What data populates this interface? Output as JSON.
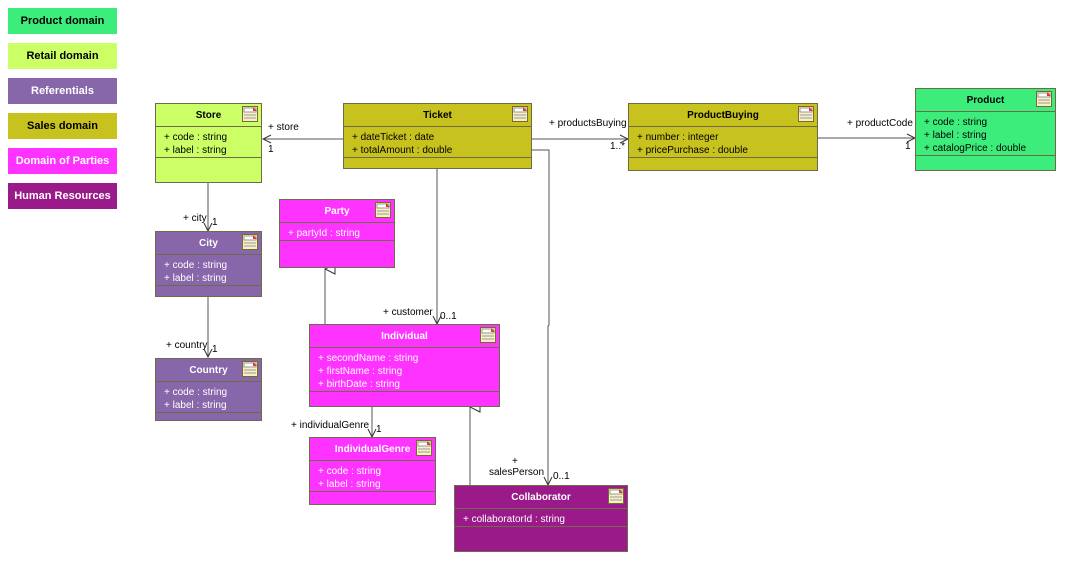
{
  "legend": [
    {
      "label": "Product domain",
      "bg": "#3ded7c",
      "fg": "#000000"
    },
    {
      "label": "Retail domain",
      "bg": "#ccff66",
      "fg": "#000000"
    },
    {
      "label": "Referentials",
      "bg": "#8866aa",
      "fg": "#ffffff"
    },
    {
      "label": "Sales domain",
      "bg": "#c7c21e",
      "fg": "#000000"
    },
    {
      "label": "Domain of Parties",
      "bg": "#ff33ff",
      "fg": "#ffffff"
    },
    {
      "label": "Human Resources",
      "bg": "#991a88",
      "fg": "#ffffff"
    }
  ],
  "classes": {
    "store": {
      "name": "Store",
      "attributes": [
        "+ code : string",
        "+ label : string"
      ]
    },
    "ticket": {
      "name": "Ticket",
      "attributes": [
        "+ dateTicket : date",
        "+ totalAmount : double"
      ]
    },
    "productbuying": {
      "name": "ProductBuying",
      "attributes": [
        "+ number : integer",
        "+ pricePurchase : double"
      ]
    },
    "product": {
      "name": "Product",
      "attributes": [
        "+ code : string",
        "+ label : string",
        "+ catalogPrice : double"
      ]
    },
    "city": {
      "name": "City",
      "attributes": [
        "+ code : string",
        "+ label : string"
      ]
    },
    "country": {
      "name": "Country",
      "attributes": [
        "+ code : string",
        "+ label : string"
      ]
    },
    "party": {
      "name": "Party",
      "attributes": [
        "+ partyId : string"
      ]
    },
    "individual": {
      "name": "Individual",
      "attributes": [
        "+ secondName : string",
        "+ firstName : string",
        "+ birthDate : string"
      ]
    },
    "individualgenre": {
      "name": "IndividualGenre",
      "attributes": [
        "+ code : string",
        "+ label : string"
      ]
    },
    "collaborator": {
      "name": "Collaborator",
      "attributes": [
        "+ collaboratorId : string"
      ]
    }
  },
  "labels": {
    "store_role": "+ store",
    "store_mult": "1",
    "products_buying_role": "+ productsBuying",
    "products_buying_mult": "1..*",
    "product_code_role": "+ productCode",
    "product_code_mult": "1",
    "city_role": "+ city",
    "city_mult": "1",
    "country_role": "+ country",
    "country_mult": "1",
    "customer_role": "+ customer",
    "customer_mult": "0..1",
    "individual_genre_role": "+ individualGenre",
    "individual_genre_mult": "1",
    "sales_person_plus": "+",
    "sales_person_role": "salesPerson",
    "sales_person_mult": "0..1"
  }
}
